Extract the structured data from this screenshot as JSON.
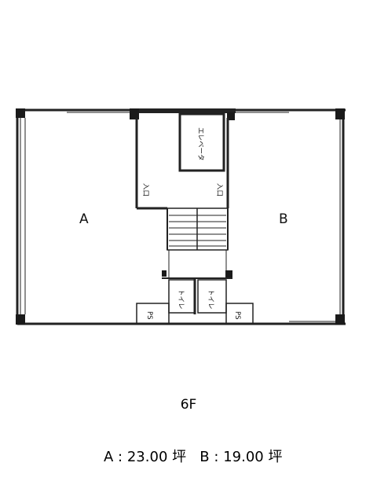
{
  "plan": {
    "room_a": "A",
    "room_b": "B",
    "elevator": "エレベータ",
    "entrance_left": "入口",
    "entrance_right": "入口",
    "toilet_left": "トイレ",
    "toilet_right": "トイレ",
    "ps_left": "PS",
    "ps_right": "PS"
  },
  "floor": "6F",
  "areas": {
    "a_label": "A",
    "a_value": "23.00 坪",
    "b_label": "B",
    "b_value": "19.00 坪",
    "separator": ":"
  }
}
